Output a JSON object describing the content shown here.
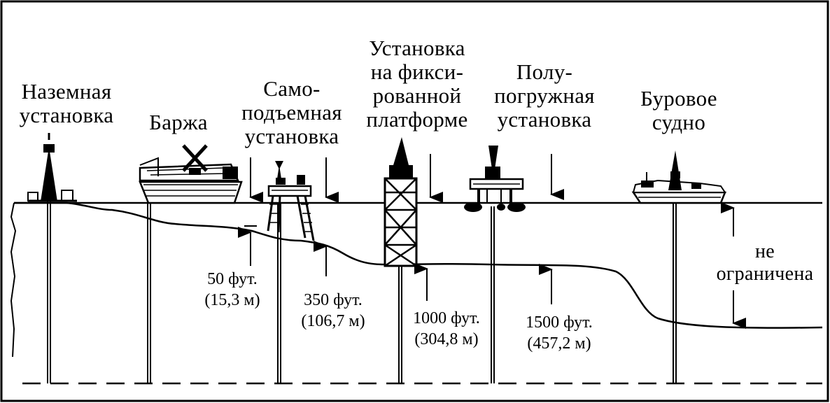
{
  "rigs": [
    {
      "label_lines": [
        "Наземная",
        "установка"
      ]
    },
    {
      "label_lines": [
        "Баржа"
      ]
    },
    {
      "label_lines": [
        "Само-",
        "подъемная",
        "установка"
      ]
    },
    {
      "label_lines": [
        "Установка",
        "на фикси-",
        "рованной",
        "платформе"
      ]
    },
    {
      "label_lines": [
        "Полу-",
        "погружная",
        "установка"
      ]
    },
    {
      "label_lines": [
        "Буровое",
        "судно"
      ]
    }
  ],
  "depths": [
    {
      "lines": [
        "50 фут.",
        "(15,3 м)"
      ]
    },
    {
      "lines": [
        "350 фут.",
        "(106,7 м)"
      ]
    },
    {
      "lines": [
        "1000 фут.",
        "(304,8 м)"
      ]
    },
    {
      "lines": [
        "1500 фут.",
        "(457,2 м)"
      ]
    },
    {
      "lines": [
        "не",
        "ограничена"
      ]
    }
  ]
}
